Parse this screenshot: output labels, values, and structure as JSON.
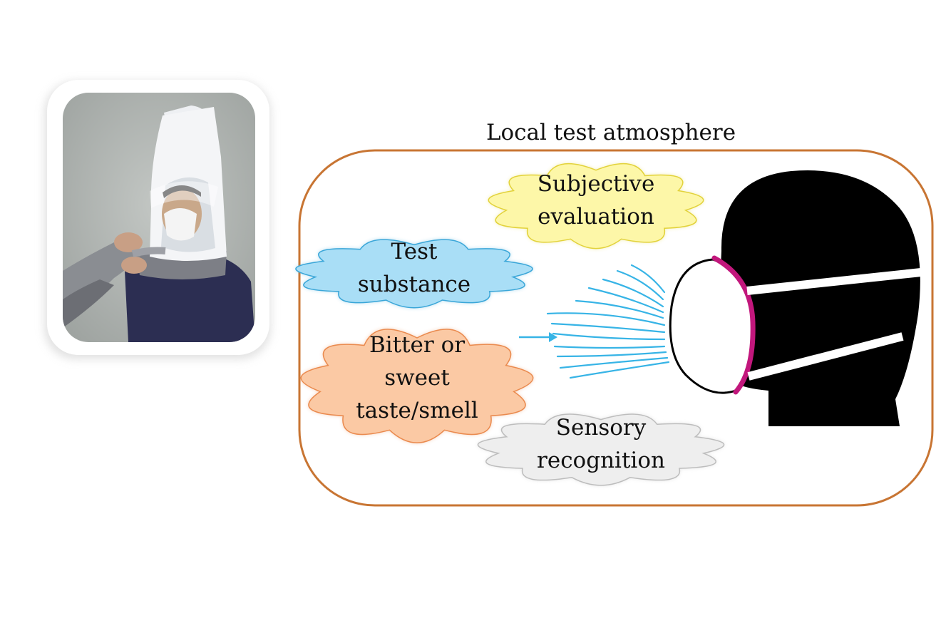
{
  "title": "Local test atmosphere",
  "clouds": [
    {
      "id": "subjective",
      "lines": [
        "Subjective",
        "evaluation"
      ],
      "fill": "#fdf7a8",
      "stroke": "#e2d23a"
    },
    {
      "id": "test",
      "lines": [
        "Test",
        "substance"
      ],
      "fill": "#a9def6",
      "stroke": "#3aa6d8"
    },
    {
      "id": "bitter",
      "lines": [
        "Bitter or",
        "sweet",
        "taste/smell"
      ],
      "fill": "#fbc9a4",
      "stroke": "#ea8a4e"
    },
    {
      "id": "sensory",
      "lines": [
        "Sensory",
        "recognition"
      ],
      "fill": "#eeeeee",
      "stroke": "#bdbdbd"
    }
  ],
  "colors": {
    "frame": "#c87533",
    "airflow": "#37b4e6",
    "mask_seal": "#c2177c",
    "head": "#000000"
  },
  "icons": {
    "photo": "person-wearing-test-hood-photo",
    "head": "head-with-mask-silhouette-icon",
    "arrow": "arrow-right-icon"
  }
}
